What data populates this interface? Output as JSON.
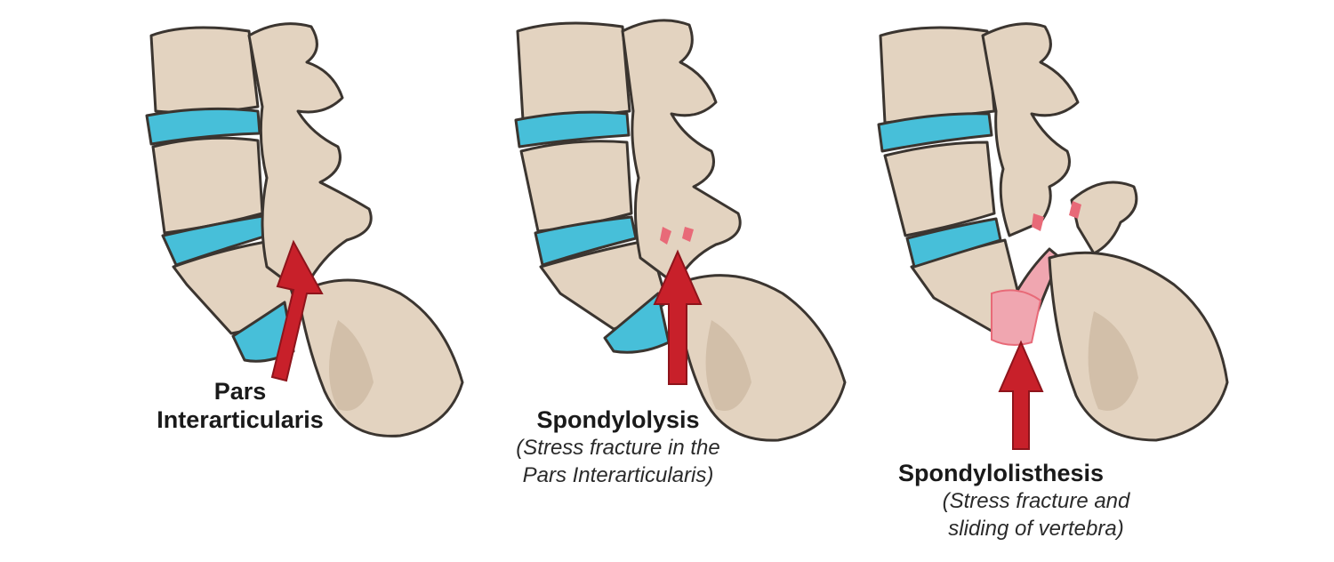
{
  "colors": {
    "bone": "#e3d3c0",
    "bone_shade": "#cbb6a0",
    "outline": "#3b3530",
    "disc": "#47bfd9",
    "disc_dark": "#2b9fbf",
    "arrow": "#c8202a",
    "fracture": "#e86a78",
    "slip": "#f0a6b0"
  },
  "panels": [
    {
      "title": "Pars\nInterarticularis",
      "subtitle": ""
    },
    {
      "title": "Spondylolysis",
      "subtitle": "(Stress fracture in the\nPars Interarticularis)"
    },
    {
      "title": "Spondylolisthesis",
      "subtitle": "(Stress fracture and\nsliding of vertebra)"
    }
  ]
}
